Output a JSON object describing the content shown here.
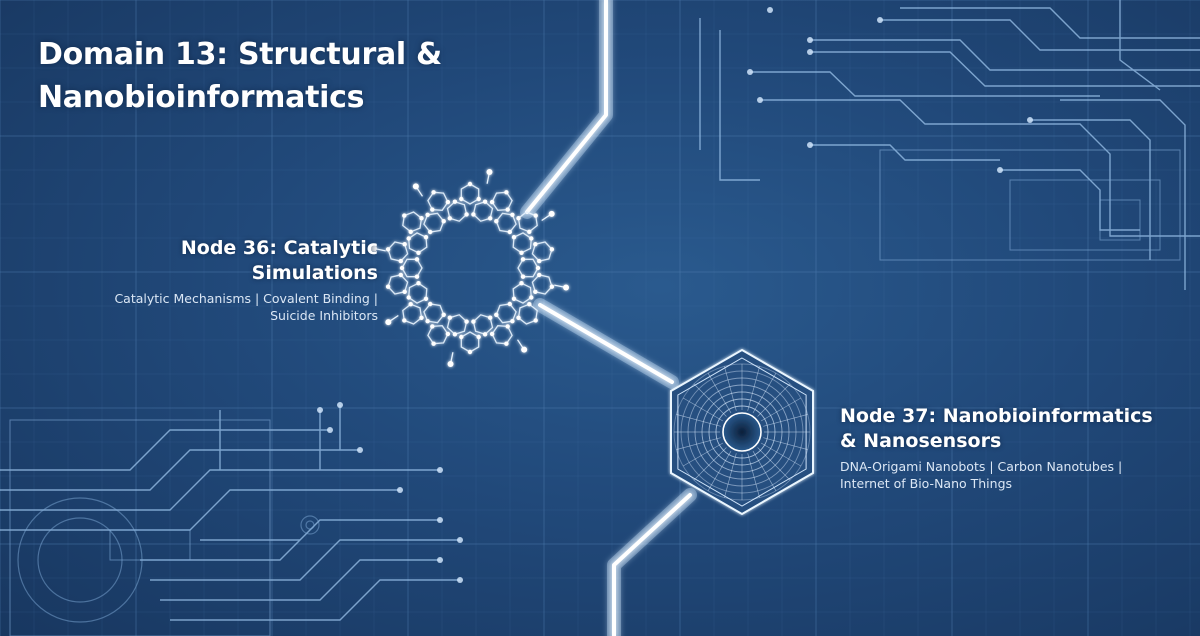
{
  "title": "Domain 13: Structural & Nanobioinformatics",
  "nodes": [
    {
      "title": "Node 36: Catalytic Simulations",
      "subtitle": "Catalytic Mechanisms | Covalent Binding | Suicide Inhibitors",
      "icon": "molecule-ring-icon"
    },
    {
      "title": "Node 37: Nanobioinformatics & Nanosensors",
      "subtitle": "DNA-Origami Nanobots | Carbon Nanotubes | Internet of Bio-Nano Things",
      "icon": "nanotube-hexagon-icon"
    }
  ],
  "colors": {
    "background": "#21497a",
    "grid_line": "#4f7db0",
    "circuit_line": "#9cc4ec",
    "glow": "#eaf6ff",
    "text": "#ffffff"
  }
}
